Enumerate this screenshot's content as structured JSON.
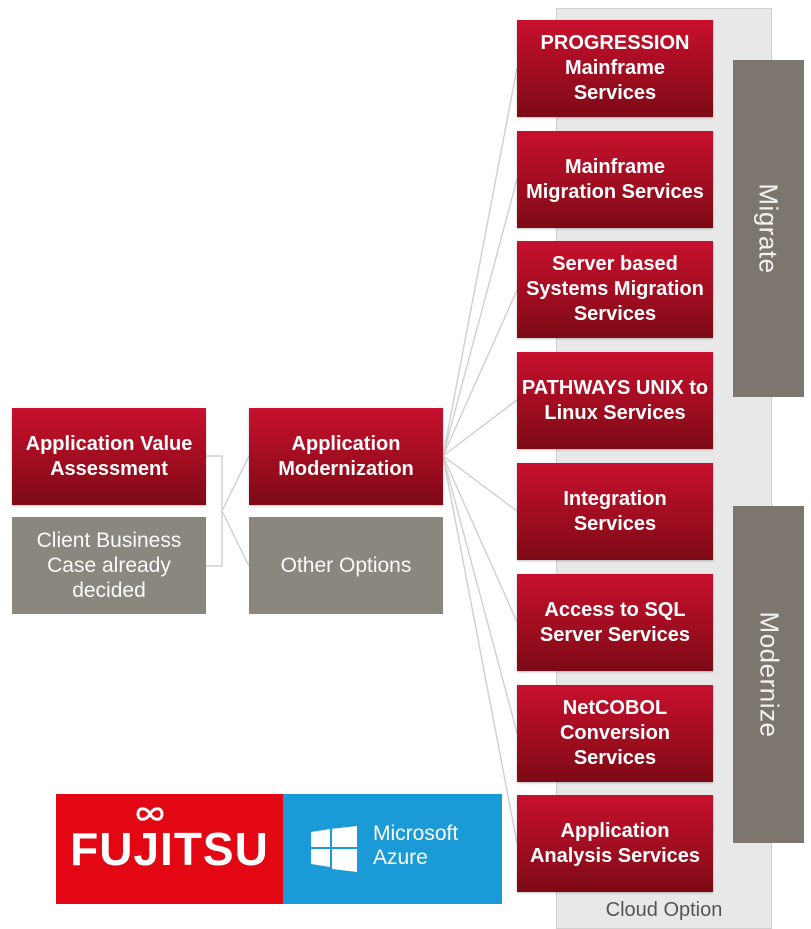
{
  "left_column": {
    "assessment": "Application Value\nAssessment",
    "client_case": "Client Business\nCase already\ndecided"
  },
  "middle_column": {
    "modernization": "Application\nModernization",
    "other": "Other Options"
  },
  "services": [
    "PROGRESSION\nMainframe\nServices",
    "Mainframe\nMigration Services",
    "Server based\nSystems Migration\nServices",
    "PATHWAYS UNIX to\nLinux Services",
    "Integration\nServices",
    "Access to SQL\nServer Services",
    "NetCOBOL\nConversion\nServices",
    "Application\nAnalysis Services"
  ],
  "categories": {
    "migrate": "Migrate",
    "modernize": "Modernize"
  },
  "cloud_option": "Cloud Option",
  "logos": {
    "fujitsu": "FUJITSU",
    "microsoft": "Microsoft",
    "azure": "Azure"
  },
  "colors": {
    "brand_red": "#c8102e",
    "neutral_grey": "#8b867e",
    "category_grey": "#7c766f",
    "fujitsu_red": "#e30613",
    "azure_blue": "#1a9ad6"
  }
}
